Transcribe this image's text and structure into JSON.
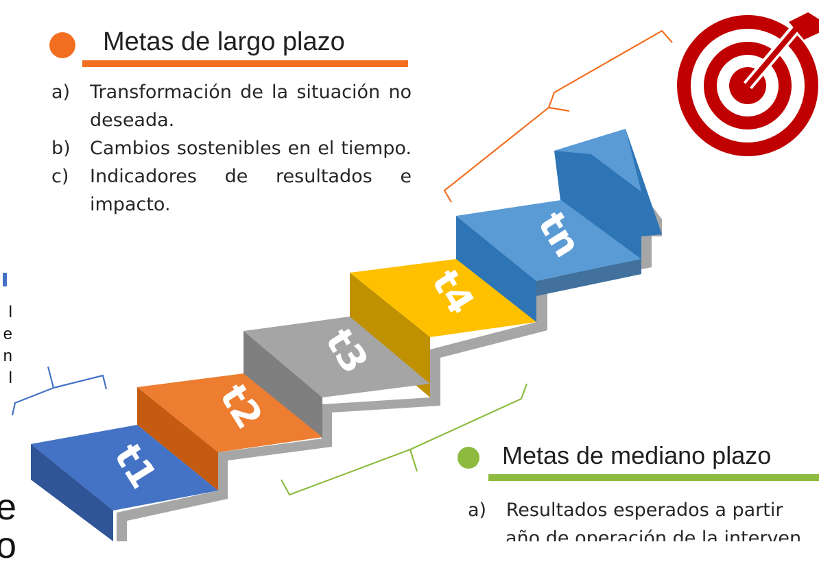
{
  "long_term": {
    "heading": "Metas de largo plazo",
    "color": "#f26f21",
    "items": [
      {
        "marker": "a)",
        "text": "Transformación de la situación no deseada."
      },
      {
        "marker": "b)",
        "text": "Cambios sostenibles en el tiempo."
      },
      {
        "marker": "c)",
        "text": "Indicadores de resultados e impacto."
      }
    ]
  },
  "medium_term": {
    "heading": "Metas de mediano plazo",
    "color": "#8dbb3f",
    "items": [
      {
        "marker": "a)",
        "text": "Resultados esperados a partir",
        "text2": "año de operación de la interven"
      }
    ]
  },
  "short_term_fragment": {
    "color": "#4472c4",
    "letters": [
      "l",
      "e",
      "n",
      "l"
    ],
    "big_letters": [
      "e",
      "o"
    ]
  },
  "steps": [
    {
      "label": "t1",
      "color": "#4472c4"
    },
    {
      "label": "t2",
      "color": "#ed7d31"
    },
    {
      "label": "t3",
      "color": "#a5a5a5"
    },
    {
      "label": "t4",
      "color": "#ffc000"
    },
    {
      "label": "tn",
      "color": "#5b9bd5"
    }
  ],
  "icons": {
    "target": "target-icon",
    "arrow": "arrow-up-icon"
  },
  "target_color": "#c00000"
}
